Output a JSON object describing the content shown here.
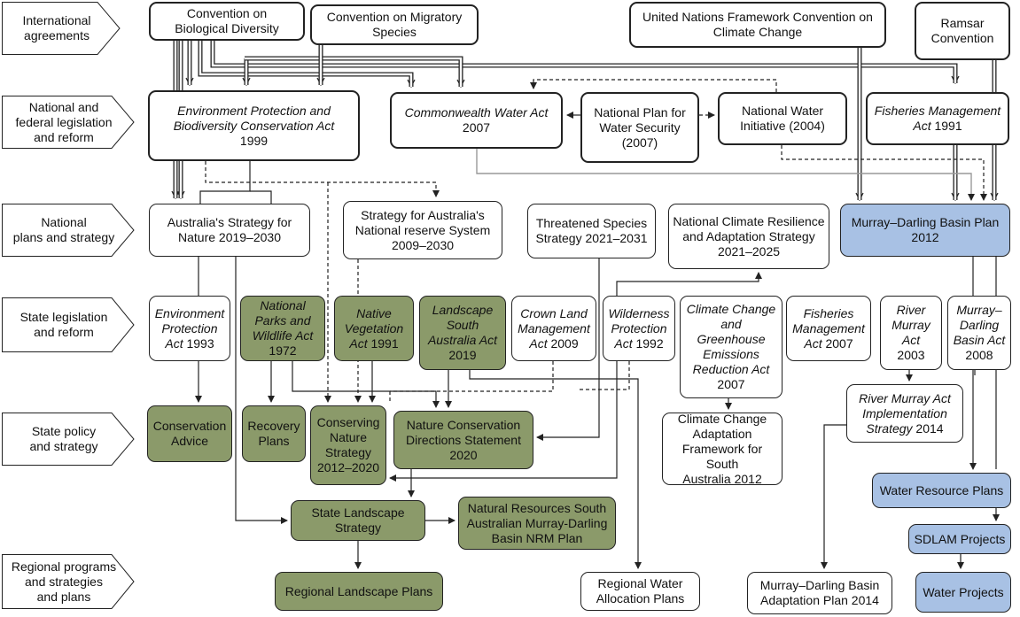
{
  "levels": [
    "International\nagreements",
    "National and\nfederal legislation\nand reform",
    "National\nplans and strategy",
    "State legislation\nand reform",
    "State policy\nand strategy",
    "Regional programs\nand strategies\nand plans"
  ],
  "nodes": {
    "cbd": "Convention on\nBiological Diversity",
    "cms": "Convention on Migratory\nSpecies",
    "unfccc": "United Nations Framework Convention on\nClimate Change",
    "ramsar": "Ramsar\nConvention",
    "epbc_title": "Environment Protection and\nBiodiversity Conservation Act",
    "epbc_year": "1999",
    "cwa_title": "Commonwealth Water Act",
    "cwa_year": "2007",
    "npws": "National Plan for\nWater Security\n(2007)",
    "nwi": "National Water\nInitiative (2004)",
    "fma_title": "Fisheries Management\nAct",
    "fma_year": " 1991",
    "asn": "Australia's Strategy for\nNature 2019–2030",
    "snrs": "Strategy for Australia's\nNational reserve System\n2009–2030",
    "tss": "Threatened Species\nStrategy 2021–2031",
    "ncras": "National Climate Resilience\nand Adaptation Strategy\n2021–2025",
    "mdbp": "Murray–Darling Basin Plan\n2012",
    "epa_title": "Environment\nProtection\nAct",
    "epa_year": " 1993",
    "npwa_title": "National\nParks and\nWildlife Act",
    "npwa_year": "1972",
    "nva_title": "Native\nVegetation\nAct",
    "nva_year": " 1991",
    "lsa_title": "Landscape\nSouth\nAustralia Act",
    "lsa_year": "2019",
    "clma_title": "Crown Land\nManagement\nAct",
    "clma_year": " 2009",
    "wpa_title": "Wilderness\nProtection\nAct",
    "wpa_year": " 1992",
    "ccgera_title": "Climate Change\nand\nGreenhouse\nEmissions\nReduction Act",
    "ccgera_year": "2007",
    "sfma_title": "Fisheries\nManagement\nAct",
    "sfma_year": " 2007",
    "rma_title": "River\nMurray\nAct",
    "rma_year": "2003",
    "mdba_title": "Murray–\nDarling\nBasin Act",
    "mdba_year": "2008",
    "ca": "Conservation\nAdvice",
    "rp": "Recovery\nPlans",
    "cns": "Conserving\nNature\nStrategy\n2012–2020",
    "ncds": "Nature Conservation\nDirections Statement\n2020",
    "ccaf": "Climate Change\nAdaptation\nFramework for South\nAustralia 2012",
    "rmais_title": "River Murray Act\nImplementation\nStrategy",
    "rmais_year": " 2014",
    "wrp": "Water Resource Plans",
    "sls": "State Landscape\nStrategy",
    "nrsa": "Natural Resources South\nAustralian Murray-Darling\nBasin NRM Plan",
    "sdlam": "SDLAM Projects",
    "rlp": "Regional Landscape Plans",
    "rwap": "Regional Water\nAllocation Plans",
    "mdbap": "Murray–Darling Basin\nAdaptation Plan 2014",
    "wp": "Water Projects"
  },
  "colors": {
    "state_green": "#8b9a6a",
    "federal_blue": "#a8c1e4",
    "grey_line": "#999999",
    "line": "#222222"
  }
}
